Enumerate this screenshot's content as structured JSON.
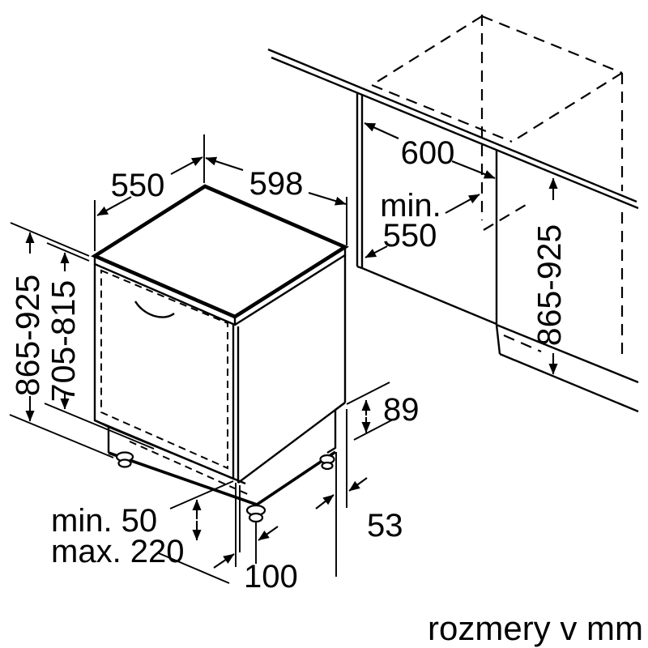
{
  "caption": "rozmery v mm",
  "colors": {
    "line": "#000000",
    "background": "#ffffff"
  },
  "dimensions": {
    "top_depth": "550",
    "top_width": "598",
    "niche_width": "600",
    "niche_depth_line1": "min.",
    "niche_depth_line2": "550",
    "niche_height": "865-925",
    "appliance_height": "865-925",
    "door_panel_height": "705-815",
    "rear_foot_height": "89",
    "rear_foot_offset": "53",
    "front_foot_offset": "100",
    "plinth_min": "min. 50",
    "plinth_max": "max. 220"
  }
}
